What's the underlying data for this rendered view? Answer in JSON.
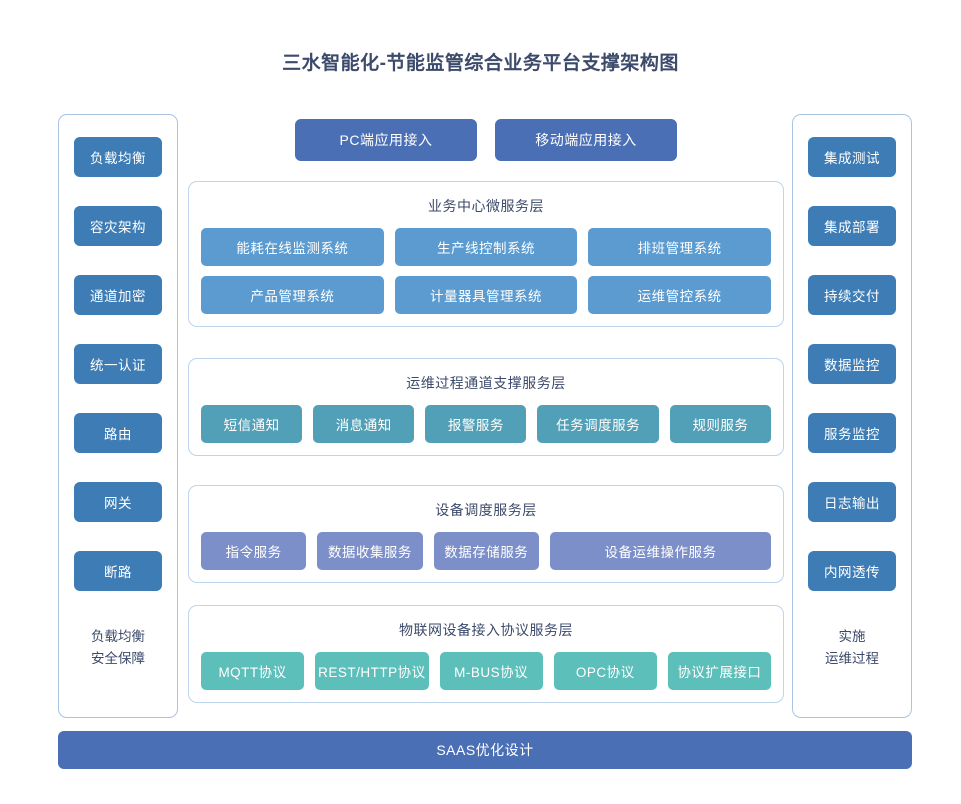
{
  "title": "三水智能化-节能监管综合业务平台支撑架构图",
  "colors": {
    "sidebar_button": "#3d7cb5",
    "access_button": "#4a6fb5",
    "business_layer": "#5b9bd0",
    "ops_layer": "#52a0b8",
    "device_layer": "#7c8fc9",
    "protocol_layer": "#5cbfba",
    "saas_bar": "#4a6fb5",
    "container_border": "#bcd4ec",
    "text": "#3c4a6b"
  },
  "left_sidebar": {
    "items": [
      {
        "label": "负载均衡"
      },
      {
        "label": "容灾架构"
      },
      {
        "label": "通道加密"
      },
      {
        "label": "统一认证"
      },
      {
        "label": "路由"
      },
      {
        "label": "网关"
      },
      {
        "label": "断路"
      }
    ],
    "footer_line1": "负载均衡",
    "footer_line2": "安全保障"
  },
  "right_sidebar": {
    "items": [
      {
        "label": "集成测试"
      },
      {
        "label": "集成部署"
      },
      {
        "label": "持续交付"
      },
      {
        "label": "数据监控"
      },
      {
        "label": "服务监控"
      },
      {
        "label": "日志输出"
      },
      {
        "label": "内网透传"
      }
    ],
    "footer_line1": "实施",
    "footer_line2": "运维过程"
  },
  "access": {
    "buttons": [
      {
        "label": "PC端应用接入"
      },
      {
        "label": "移动端应用接入"
      }
    ]
  },
  "layers": {
    "business": {
      "title": "业务中心微服务层",
      "row1": [
        {
          "label": "能耗在线监测系统"
        },
        {
          "label": "生产线控制系统"
        },
        {
          "label": "排班管理系统"
        }
      ],
      "row2": [
        {
          "label": "产品管理系统"
        },
        {
          "label": "计量器具管理系统"
        },
        {
          "label": "运维管控系统"
        }
      ]
    },
    "ops": {
      "title": "运维过程通道支撑服务层",
      "row1": [
        {
          "label": "短信通知"
        },
        {
          "label": "消息通知"
        },
        {
          "label": "报警服务"
        },
        {
          "label": "任务调度服务"
        },
        {
          "label": "规则服务"
        }
      ]
    },
    "device": {
      "title": "设备调度服务层",
      "row1": [
        {
          "label": "指令服务"
        },
        {
          "label": "数据收集服务"
        },
        {
          "label": "数据存储服务"
        },
        {
          "label": "设备运维操作服务"
        }
      ]
    },
    "protocol": {
      "title": "物联网设备接入协议服务层",
      "row1": [
        {
          "label": "MQTT协议"
        },
        {
          "label": "REST/HTTP协议"
        },
        {
          "label": "M-BUS协议"
        },
        {
          "label": "OPC协议"
        },
        {
          "label": "协议扩展接口"
        }
      ]
    }
  },
  "saas": {
    "label": "SAAS优化设计"
  }
}
